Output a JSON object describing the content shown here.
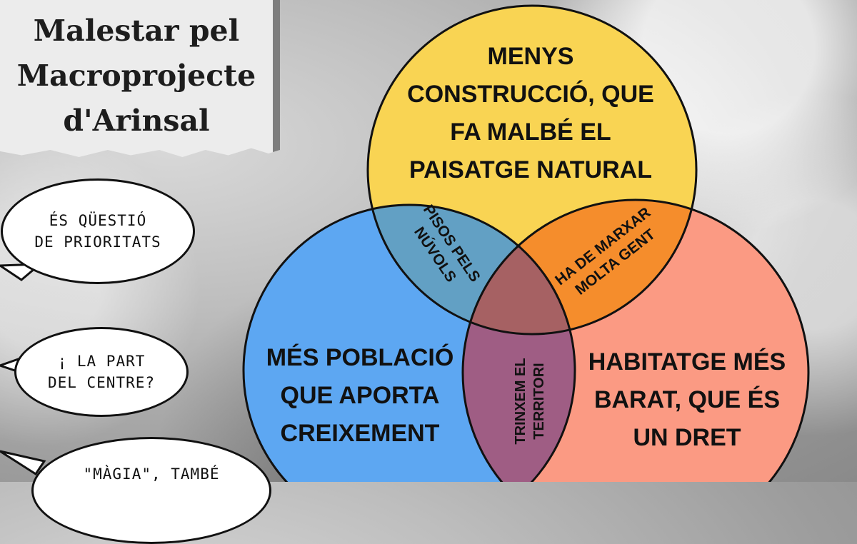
{
  "title": {
    "lines": [
      "Malestar pel",
      "Macroprojecte",
      "d'Arinsal"
    ]
  },
  "bubbles": [
    {
      "lines": [
        "ÉS QÜESTIÓ",
        "DE PRIORITATS"
      ]
    },
    {
      "lines": [
        "¡ LA PART",
        "DEL CENTRE?"
      ]
    },
    {
      "lines": [
        "\"MÀGIA\", TAMBÉ"
      ]
    }
  ],
  "venn": {
    "colors": {
      "top": "#f9d453",
      "left": "#5da7f2",
      "right": "#fb9a83",
      "top_left": "#62a0c4",
      "top_right": "#f58d2c",
      "left_right": "#9f5d84",
      "center": "#a66163"
    },
    "top": [
      "MENYS",
      "CONSTRUCCIÓ, QUE",
      "FA MALBÉ EL",
      "PAISATGE NATURAL"
    ],
    "left": [
      "MÉS POBLACIÓ",
      "QUE APORTA",
      "CREIXEMENT"
    ],
    "right": [
      "HABITATGE MÉS",
      "BARAT, QUE ÉS",
      "UN DRET"
    ],
    "top_left": [
      "PISOS PELS",
      "NÚVOLS"
    ],
    "top_right": [
      "HA DE MARXAR",
      "MOLTA GENT"
    ],
    "left_right": [
      "TRINXEM EL",
      "TERRITORI"
    ]
  }
}
